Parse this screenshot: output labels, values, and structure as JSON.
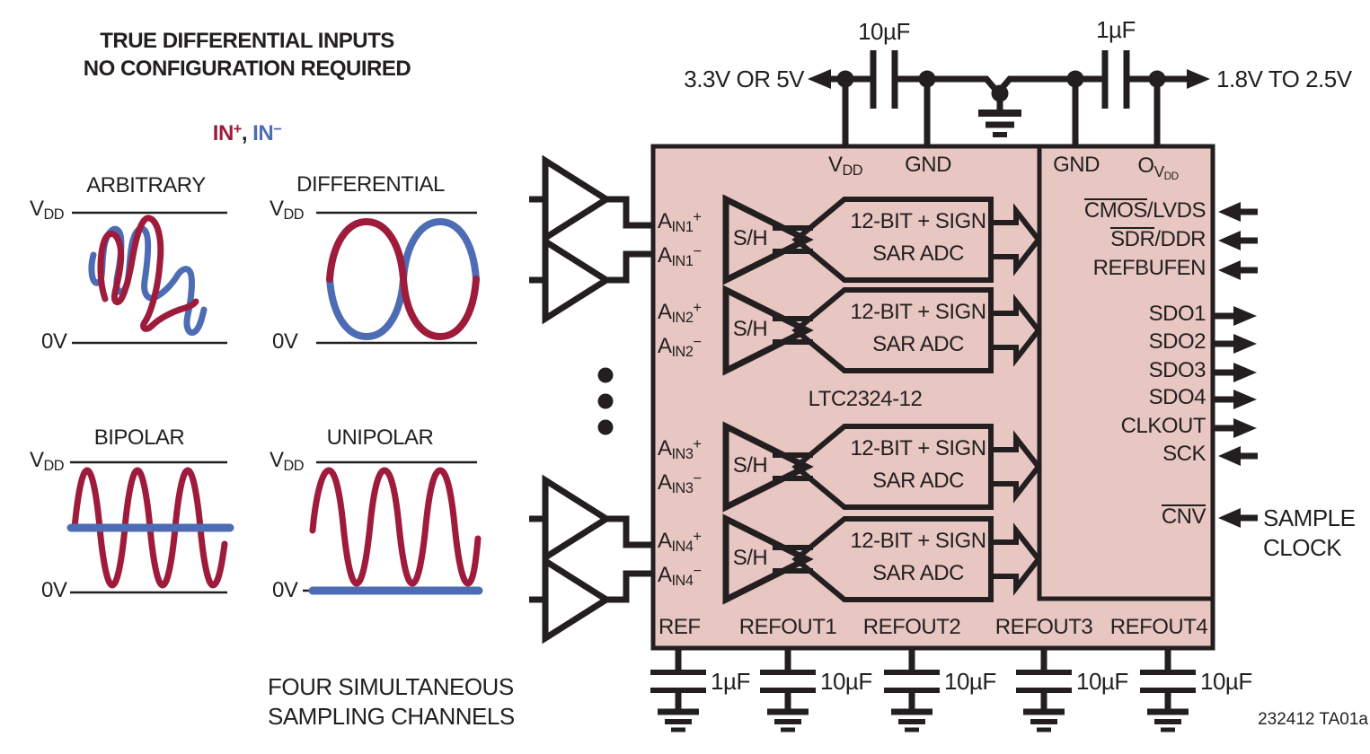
{
  "header": {
    "title_line1": "TRUE DIFFERENTIAL INPUTS",
    "title_line2": "NO CONFIGURATION REQUIRED",
    "legend_in_plus_base": "IN",
    "legend_in_plus_sign": "+",
    "legend_comma": ", ",
    "legend_in_minus_base": "IN",
    "legend_in_minus_sign": "−"
  },
  "waveforms": {
    "vdd_base": "V",
    "vdd_sub": "DD",
    "zero_label": "0V",
    "panels": [
      {
        "title": "ARBITRARY"
      },
      {
        "title": "DIFFERENTIAL"
      },
      {
        "title": "BIPOLAR"
      },
      {
        "title": "UNIPOLAR"
      }
    ]
  },
  "footer": {
    "line1": "FOUR SIMULTANEOUS",
    "line2": "SAMPLING CHANNELS"
  },
  "power": {
    "left_supply": "3.3V OR 5V",
    "left_cap": "10µF",
    "right_cap": "1µF",
    "right_supply": "1.8V TO 2.5V"
  },
  "chip": {
    "part_number": "LTC2324-12",
    "pin_vdd_base": "V",
    "pin_vdd_sub": "DD",
    "pin_gnd_left": "GND",
    "pin_gnd_right": "GND",
    "pin_ovdd_base": "O",
    "pin_ovdd_sub": "V",
    "pin_ovdd_subsub": "DD",
    "sh_label": "S/H",
    "adc_line1": "12-BIT + SIGN",
    "adc_line2": "SAR ADC",
    "channels": [
      {
        "plus_base": "A",
        "plus_sub": "IN1",
        "plus_sign": "+",
        "minus_base": "A",
        "minus_sub": "IN1",
        "minus_sign": "−"
      },
      {
        "plus_base": "A",
        "plus_sub": "IN2",
        "plus_sign": "+",
        "minus_base": "A",
        "minus_sub": "IN2",
        "minus_sign": "−"
      },
      {
        "plus_base": "A",
        "plus_sub": "IN3",
        "plus_sign": "+",
        "minus_base": "A",
        "minus_sub": "IN3",
        "minus_sign": "−"
      },
      {
        "plus_base": "A",
        "plus_sub": "IN4",
        "plus_sign": "+",
        "minus_base": "A",
        "minus_sub": "IN4",
        "minus_sign": "−"
      }
    ],
    "right_pins": [
      {
        "overline": "CMOS",
        "rest": "/LVDS",
        "direction": "in"
      },
      {
        "overline": "SDR",
        "rest": "/DDR",
        "direction": "in"
      },
      {
        "overline": "",
        "rest": "REFBUFEN",
        "direction": "in"
      },
      {
        "overline": "",
        "rest": "SDO1",
        "direction": "out"
      },
      {
        "overline": "",
        "rest": "SDO2",
        "direction": "out"
      },
      {
        "overline": "",
        "rest": "SDO3",
        "direction": "out"
      },
      {
        "overline": "",
        "rest": "SDO4",
        "direction": "out"
      },
      {
        "overline": "",
        "rest": "CLKOUT",
        "direction": "out"
      },
      {
        "overline": "",
        "rest": "SCK",
        "direction": "in"
      },
      {
        "overline": "CNV",
        "rest": "",
        "direction": "in"
      }
    ],
    "sample_clock_line1": "SAMPLE",
    "sample_clock_line2": "CLOCK",
    "bottom_pins": [
      {
        "name": "REF",
        "cap": "1µF"
      },
      {
        "name": "REFOUT1",
        "cap": "10µF"
      },
      {
        "name": "REFOUT2",
        "cap": "10µF"
      },
      {
        "name": "REFOUT3",
        "cap": "10µF"
      },
      {
        "name": "REFOUT4",
        "cap": "10µF"
      }
    ]
  },
  "note": "232412 TA01a",
  "colors": {
    "block_fill": "#E8C7C2",
    "ink": "#231F20",
    "waveform_red": "#9E1B3C",
    "waveform_blue": "#4D6CB4"
  }
}
